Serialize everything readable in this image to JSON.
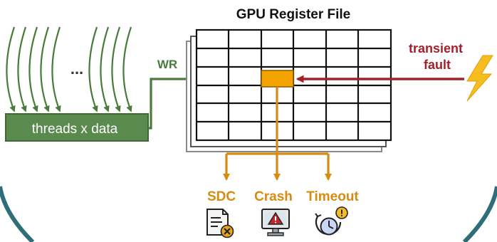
{
  "title": "GPU Register File",
  "thread_box_label": "threads x data",
  "ellipsis": "...",
  "wr_label": "WR",
  "fault_label_line1": "transient",
  "fault_label_line2": "fault",
  "outcomes": {
    "sdc": "SDC",
    "crash": "Crash",
    "timeout": "Timeout"
  },
  "colors": {
    "green": "#4a7a3c",
    "green_fill": "#5a8a4e",
    "fault_red": "#a3202a",
    "orange": "#d88b10",
    "register_fill": "#f5a300",
    "bolt": "#f5bd1f",
    "teal": "#2e6e78"
  },
  "icons": {
    "sdc": "document-error-icon",
    "crash": "monitor-warning-icon",
    "timeout": "clock-alert-icon",
    "fault": "lightning-bolt-icon"
  }
}
